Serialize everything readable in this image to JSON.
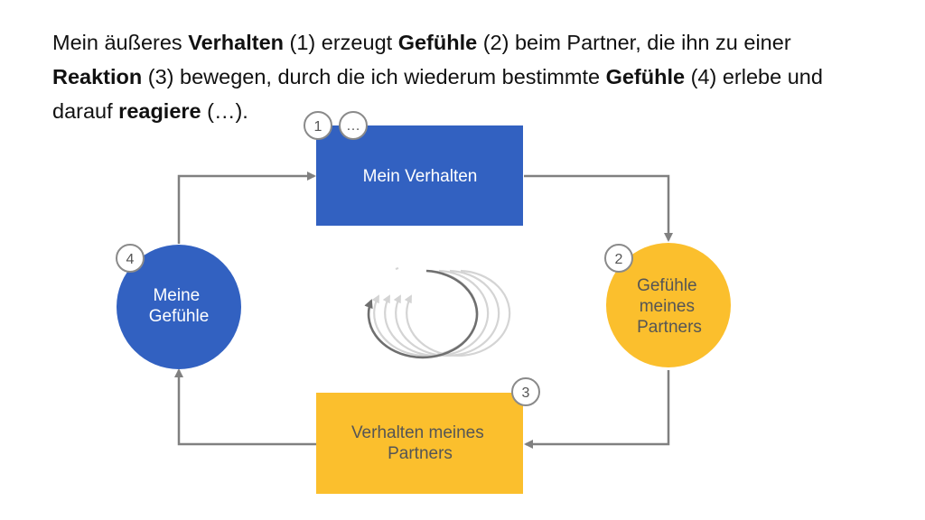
{
  "intro": {
    "t1": "Mein äußeres ",
    "b1": "Verhalten",
    "t2": " (1) erzeugt ",
    "b2": "Gefühle",
    "t3": " (2) beim Partner, die ihn zu einer ",
    "b3": "Reaktion",
    "t4": " (3) bewegen, durch die ich wiederum bestimmte ",
    "b4": "Gefühle",
    "t5": " (4) erlebe und darauf ",
    "b5": "reagiere",
    "t6": " (…)."
  },
  "nodes": {
    "my_behavior": {
      "label": "Mein Verhalten",
      "badge": "1",
      "badge_extra": "…"
    },
    "partner_feelings": {
      "line1": "Gefühle",
      "line2": "meines",
      "line3": "Partners",
      "badge": "2"
    },
    "partner_behavior": {
      "line1": "Verhalten meines",
      "line2": "Partners",
      "badge": "3"
    },
    "my_feelings": {
      "line1": "Meine",
      "line2": "Gefühle",
      "badge": "4"
    }
  },
  "colors": {
    "blue": "#3261C1",
    "yellow": "#FBBF2D",
    "arrow": "#808080",
    "badge_border": "#8a8a8a"
  }
}
